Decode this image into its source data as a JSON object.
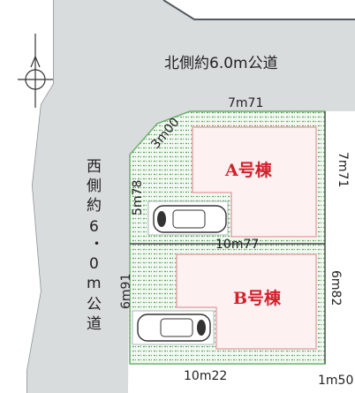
{
  "roads": {
    "north": "北側約6.0m公道",
    "west": [
      "西",
      "側",
      "約",
      "6",
      "・",
      "0",
      "m",
      "公",
      "道"
    ]
  },
  "lots": {
    "a": "A号棟",
    "b": "B号棟"
  },
  "dimensions": {
    "top": "7m71",
    "corner": "3m00",
    "west_upper": "5m78",
    "east_upper": "7m71",
    "middle": "10m77",
    "west_lower": "6m91",
    "east_lower": "6m82",
    "bottom": "10m22",
    "corner_lower_right": "1m50"
  },
  "colors": {
    "road": "#d9dcdd",
    "road_edge": "#555b5e",
    "garden_green": "#6db16d",
    "building_fill": "#fdf1f2",
    "building_outline": "#e6a7ad",
    "lot_label": "#d41f2a"
  },
  "icons": [
    "north-arrow-icon",
    "car-icon-a",
    "car-icon-b"
  ]
}
